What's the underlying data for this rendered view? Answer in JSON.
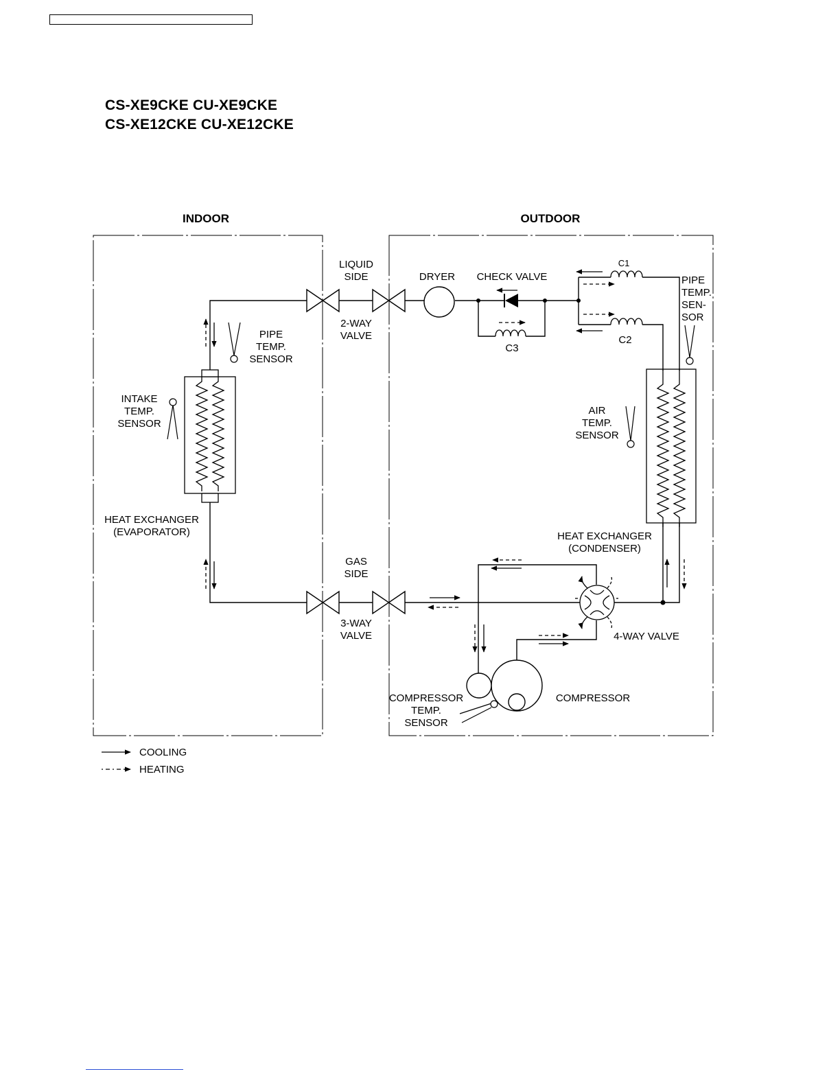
{
  "models": [
    "CS-XE9CKE  CU-XE9CKE",
    "CS-XE12CKE  CU-XE12CKE"
  ],
  "sections": {
    "indoor": "INDOOR",
    "outdoor": "OUTDOOR"
  },
  "labels": {
    "liquid_side": [
      "LIQUID",
      "SIDE"
    ],
    "two_way_valve": [
      "2-WAY",
      "VALVE"
    ],
    "gas_side": [
      "GAS",
      "SIDE"
    ],
    "three_way_valve": [
      "3-WAY",
      "VALVE"
    ],
    "dryer": "DRYER",
    "check_valve": "CHECK VALVE",
    "c1": "C1",
    "c2": "C2",
    "c3": "C3",
    "outdoor_pipe_temp_sensor": [
      "PIPE",
      "TEMP.",
      "SEN-",
      "SOR"
    ],
    "indoor_pipe_temp_sensor": [
      "PIPE",
      "TEMP.",
      "SENSOR"
    ],
    "intake_temp_sensor": [
      "INTAKE",
      "TEMP.",
      "SENSOR"
    ],
    "air_temp_sensor": [
      "AIR",
      "TEMP.",
      "SENSOR"
    ],
    "evaporator": [
      "HEAT EXCHANGER",
      "(EVAPORATOR)"
    ],
    "condenser": [
      "HEAT EXCHANGER",
      "(CONDENSER)"
    ],
    "four_way_valve": "4-WAY VALVE",
    "compressor": "COMPRESSOR",
    "compressor_temp_sensor": [
      "COMPRESSOR",
      "TEMP.",
      "SENSOR"
    ]
  },
  "legend": {
    "cooling": "COOLING",
    "heating": "HEATING"
  }
}
